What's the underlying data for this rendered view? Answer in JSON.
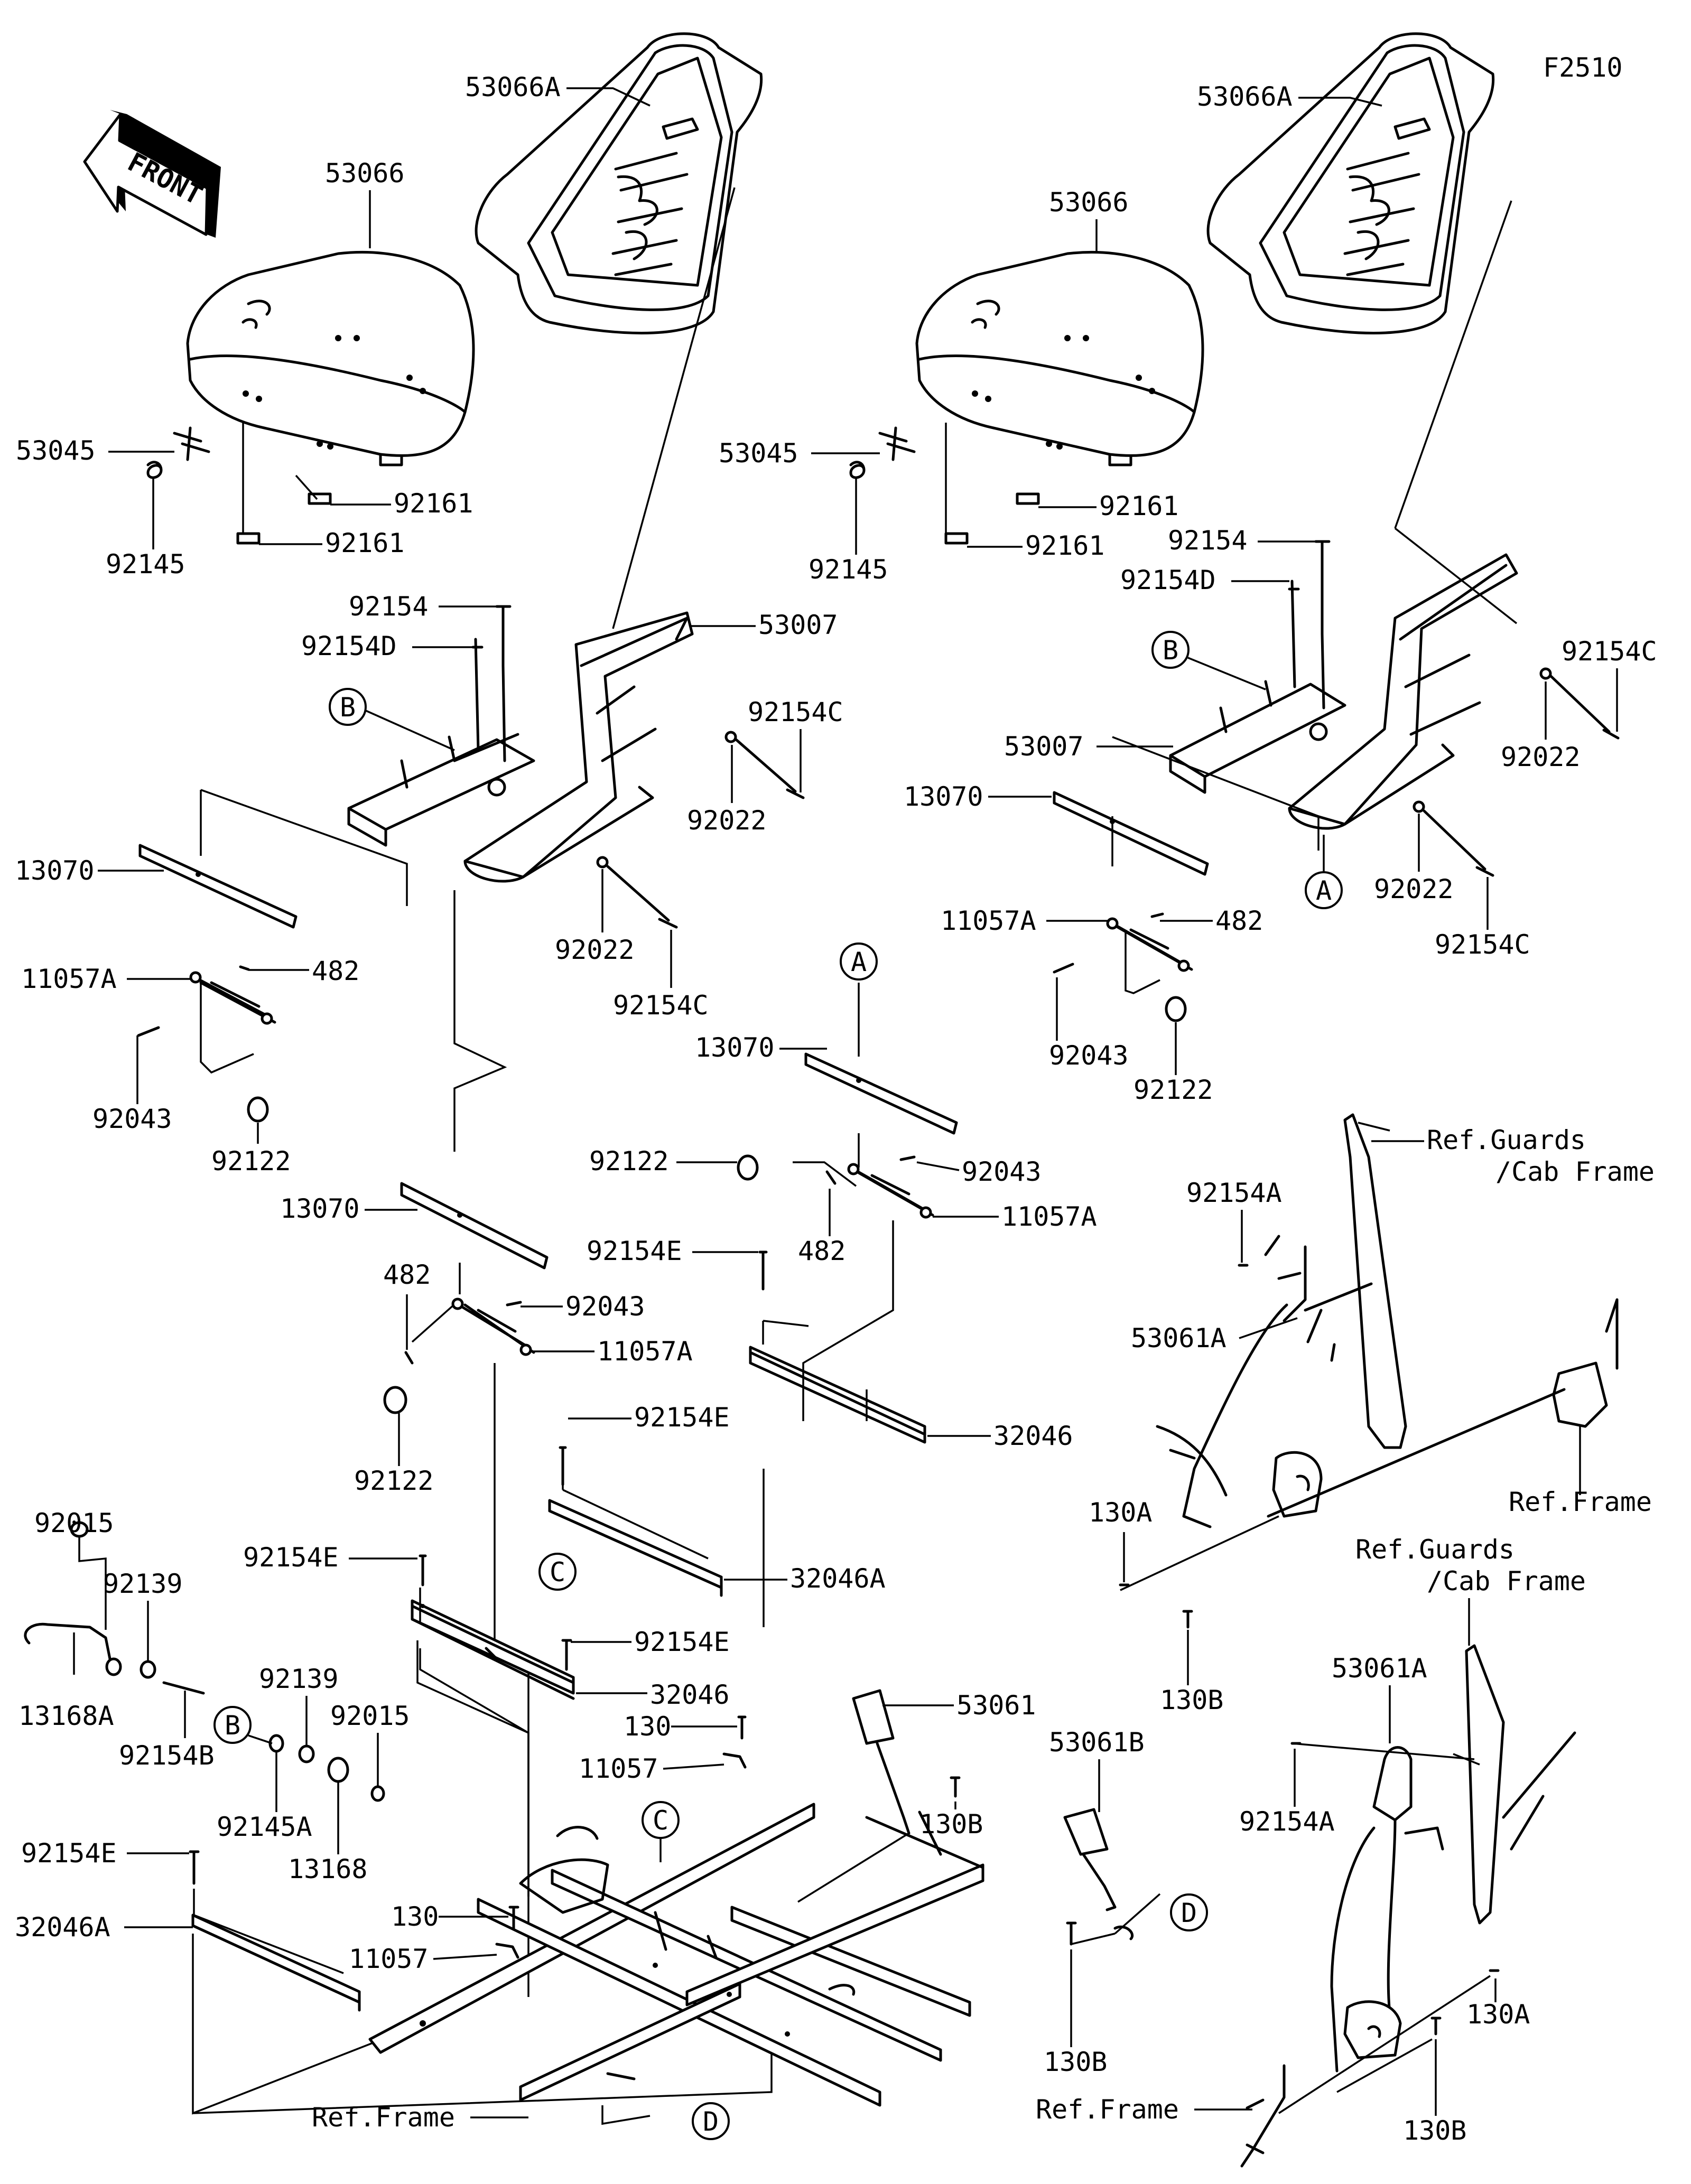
{
  "figure_id": "F2510",
  "front_label": "FRONT",
  "labels": {
    "p53066A": "53066A",
    "p53066": "53066",
    "p53045": "53045",
    "p92145": "92145",
    "p92161": "92161",
    "p92154": "92154",
    "p92154D": "92154D",
    "p53007": "53007",
    "p92154C": "92154C",
    "p92022": "92022",
    "p13070": "13070",
    "p11057A": "11057A",
    "p482": "482",
    "p92043": "92043",
    "p92122": "92122",
    "p92154E": "92154E",
    "p32046": "32046",
    "p32046A": "32046A",
    "p92015": "92015",
    "p92139": "92139",
    "p13168A": "13168A",
    "p92154B": "92154B",
    "p92145A": "92145A",
    "p13168": "13168",
    "p130": "130",
    "p11057": "11057",
    "p53061": "53061",
    "p130B": "130B",
    "p53061B": "53061B",
    "p53061A": "53061A",
    "p92154A": "92154A",
    "p130A": "130A",
    "ref_guards": "Ref.Guards",
    "ref_cab": "/Cab Frame",
    "ref_frame": "Ref.Frame"
  },
  "callouts": {
    "a": "A",
    "b": "B",
    "c": "C",
    "d": "D"
  }
}
